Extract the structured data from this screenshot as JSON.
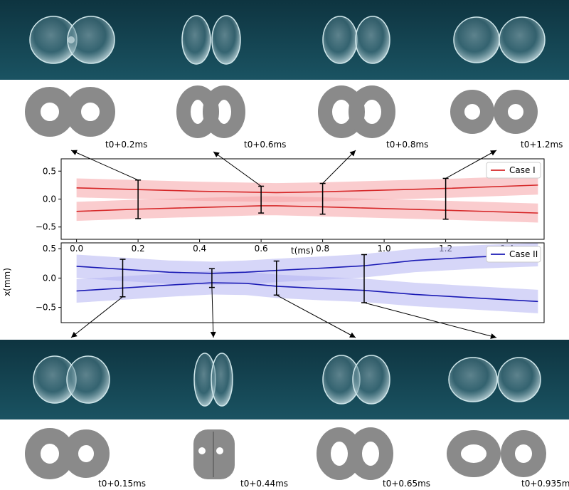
{
  "colors": {
    "photo_bg": "#123f4c",
    "case1_line": "#d62728",
    "case1_band": "#f5a3a6",
    "case2_line": "#1a1ab4",
    "case2_band": "#b5b5f2",
    "gray_ring": "#8a8a8a"
  },
  "frames": {
    "top": [
      {
        "time_label": "t0+0.2ms"
      },
      {
        "time_label": "t0+0.6ms"
      },
      {
        "time_label": "t0+0.8ms"
      },
      {
        "time_label": "t0+1.2ms"
      }
    ],
    "bottom": [
      {
        "time_label": "t0+0.15ms"
      },
      {
        "time_label": "t0+0.44ms"
      },
      {
        "time_label": "t0+0.65ms"
      },
      {
        "time_label": "t0+0.935ms"
      }
    ]
  },
  "chart_data": [
    {
      "type": "line",
      "xlim": [
        -0.05,
        1.52
      ],
      "ylim": [
        -0.72,
        0.72
      ],
      "xticks": [
        0.0,
        0.2,
        0.4,
        0.6,
        0.8,
        1.0,
        1.2,
        1.4
      ],
      "xtick_labels": [
        "0.0",
        "0.2",
        "0.4",
        "0.6",
        "0.8",
        "1.0",
        "1.2",
        "1.4"
      ],
      "yticks": [
        0.5,
        0.0,
        -0.5
      ],
      "ytick_labels": [
        "0.5",
        "0.0",
        "−0.5"
      ],
      "xlabel": "t(ms)",
      "legend": "top-right",
      "series": [
        {
          "name": "Case I",
          "x": [
            0.0,
            0.2,
            0.4,
            0.6,
            0.65,
            0.8,
            1.0,
            1.2,
            1.5
          ],
          "upper": [
            0.2,
            0.17,
            0.14,
            0.12,
            0.115,
            0.13,
            0.16,
            0.19,
            0.25
          ],
          "lower": [
            -0.22,
            -0.18,
            -0.15,
            -0.12,
            -0.12,
            -0.14,
            -0.17,
            -0.2,
            -0.25
          ],
          "band": 0.17
        }
      ],
      "error_bars": [
        {
          "x": 0.2,
          "low": -0.35,
          "high": 0.34
        },
        {
          "x": 0.6,
          "low": -0.25,
          "high": 0.23
        },
        {
          "x": 0.8,
          "low": -0.27,
          "high": 0.28
        },
        {
          "x": 1.2,
          "low": -0.36,
          "high": 0.37
        }
      ]
    },
    {
      "type": "line",
      "xlim": [
        -0.05,
        1.52
      ],
      "ylim": [
        -0.76,
        0.6
      ],
      "yticks": [
        0.5,
        0.0,
        -0.5
      ],
      "ytick_labels": [
        "0.5",
        "0.0",
        "−0.5"
      ],
      "ylabel": "x(mm)",
      "legend": "top-right",
      "series": [
        {
          "name": "Case II",
          "x": [
            0.0,
            0.15,
            0.3,
            0.44,
            0.55,
            0.65,
            0.8,
            0.935,
            1.1,
            1.3,
            1.5
          ],
          "upper": [
            0.2,
            0.15,
            0.1,
            0.08,
            0.1,
            0.13,
            0.17,
            0.21,
            0.3,
            0.36,
            0.4
          ],
          "lower": [
            -0.22,
            -0.17,
            -0.12,
            -0.08,
            -0.09,
            -0.14,
            -0.18,
            -0.21,
            -0.28,
            -0.34,
            -0.4
          ],
          "band": 0.2
        }
      ],
      "error_bars": [
        {
          "x": 0.15,
          "low": -0.32,
          "high": 0.32
        },
        {
          "x": 0.44,
          "low": -0.16,
          "high": 0.16
        },
        {
          "x": 0.65,
          "low": -0.29,
          "high": 0.29
        },
        {
          "x": 0.935,
          "low": -0.42,
          "high": 0.4
        }
      ]
    }
  ]
}
